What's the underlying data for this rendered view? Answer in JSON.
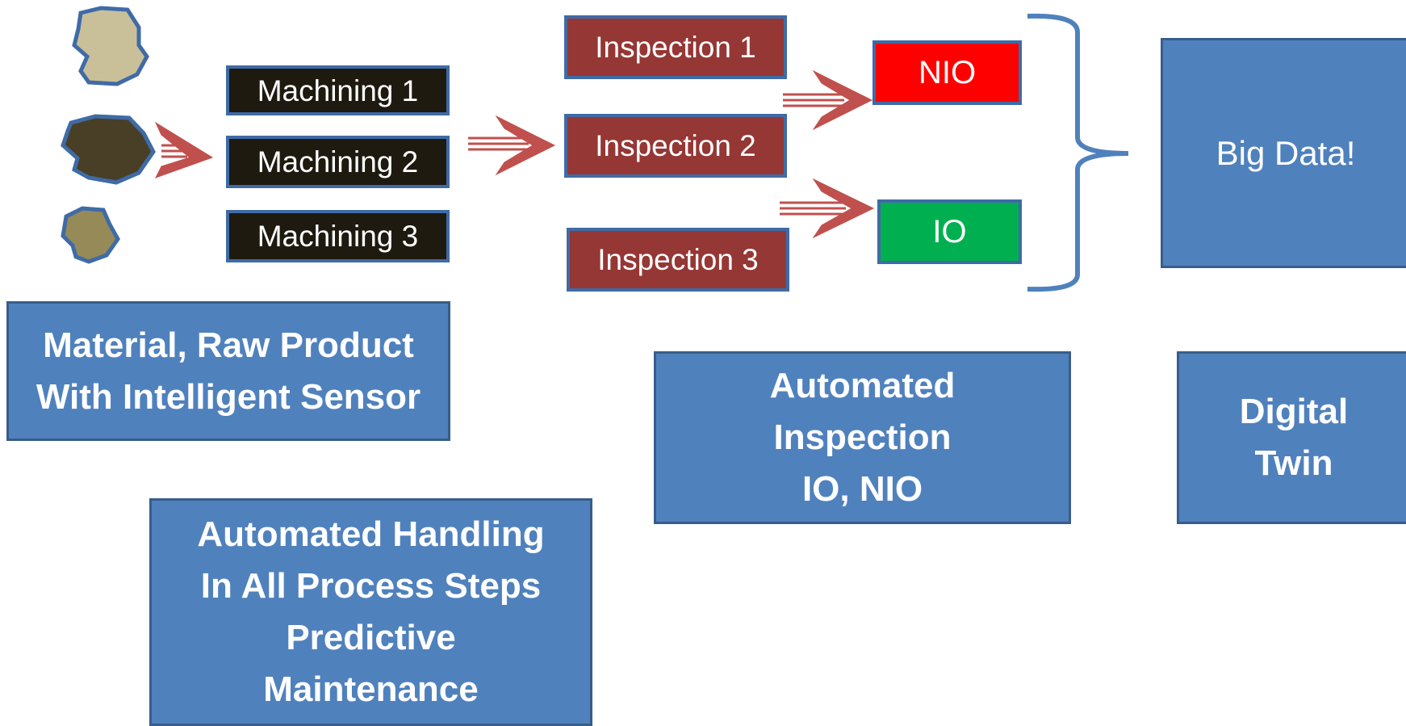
{
  "machining": [
    "Machining 1",
    "Machining 2",
    "Machining 3"
  ],
  "inspection": [
    "Inspection 1",
    "Inspection 2",
    "Inspection 3"
  ],
  "results": {
    "nio": "NIO",
    "io": "IO"
  },
  "big_data": "Big Data!",
  "material_box": [
    "Material, Raw Product",
    "With Intelligent Sensor"
  ],
  "handling_box": [
    "Automated Handling",
    "In All Process Steps",
    "Predictive",
    "Maintenance"
  ],
  "inspection_box": [
    "Automated",
    "Inspection",
    "IO, NIO"
  ],
  "twin_box": [
    "Digital",
    "Twin"
  ],
  "colors": {
    "accent_blue": "#4f81bd",
    "inspection_red": "#953735",
    "machining_dark": "#1e1a10",
    "nio_red": "#ff0000",
    "io_green": "#00b050",
    "arrow_red": "#c0504d"
  }
}
